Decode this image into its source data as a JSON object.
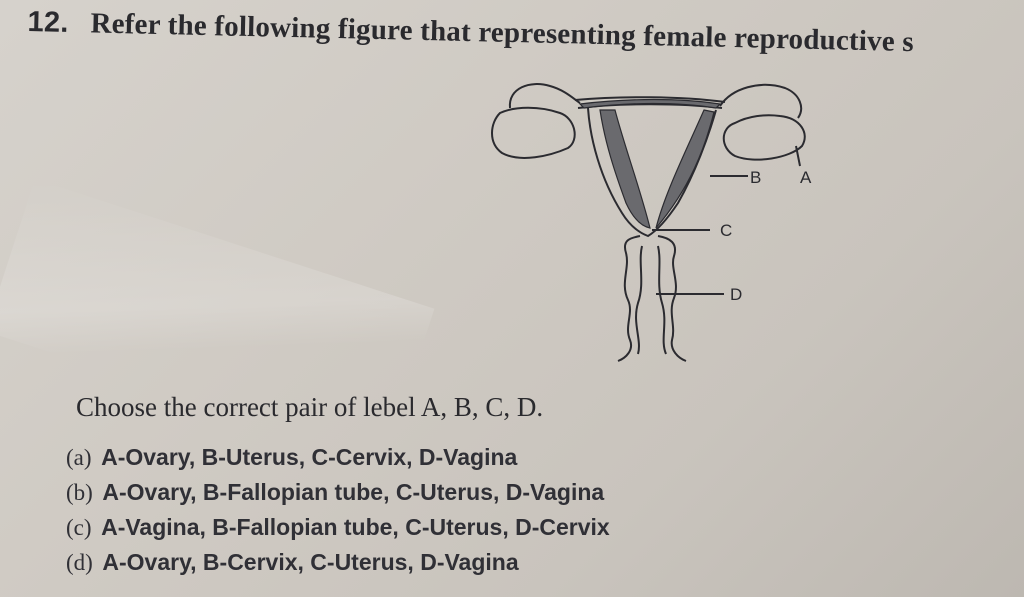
{
  "question": {
    "number": "12.",
    "text": "Refer the following figure that representing female reproductive s"
  },
  "figure": {
    "labels": {
      "a": "A",
      "b": "B",
      "c": "C",
      "d": "D"
    }
  },
  "prompt": "Choose the correct pair of lebel A, B, C, D.",
  "options": [
    {
      "tag": "(a)",
      "text": "A-Ovary, B-Uterus, C-Cervix, D-Vagina"
    },
    {
      "tag": "(b)",
      "text": "A-Ovary, B-Fallopian tube, C-Uterus, D-Vagina"
    },
    {
      "tag": "(c)",
      "text": "A-Vagina, B-Fallopian tube, C-Uterus, D-Cervix"
    },
    {
      "tag": "(d)",
      "text": "A-Ovary, B-Cervix, C-Uterus, D-Vagina"
    }
  ]
}
